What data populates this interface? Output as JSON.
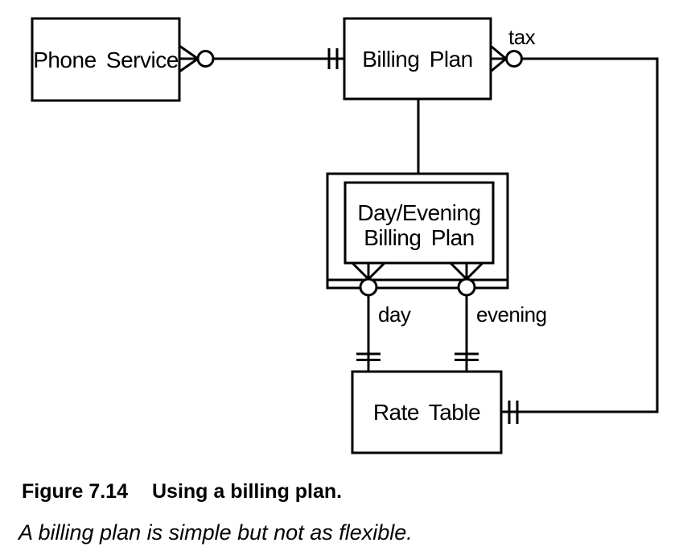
{
  "diagram": {
    "entities": {
      "phone_service": "Phone Service",
      "billing_plan": "Billing Plan",
      "day_evening_line1": "Day/Evening",
      "day_evening_line2": "Billing Plan",
      "rate_table": "Rate Table"
    },
    "labels": {
      "tax": "tax",
      "day": "day",
      "evening": "evening"
    },
    "icons": {
      "crow_foot_circle": "many-optional-connector",
      "double_tick": "one-mandatory-connector",
      "double_bottom_box": "subtype-partition"
    },
    "colors": {
      "line": "#000000",
      "background": "#ffffff",
      "text": "#000000"
    }
  },
  "caption": {
    "number": "Figure 7.14",
    "title": "Using a billing plan.",
    "subtitle": "A billing plan is simple but not as flexible."
  }
}
